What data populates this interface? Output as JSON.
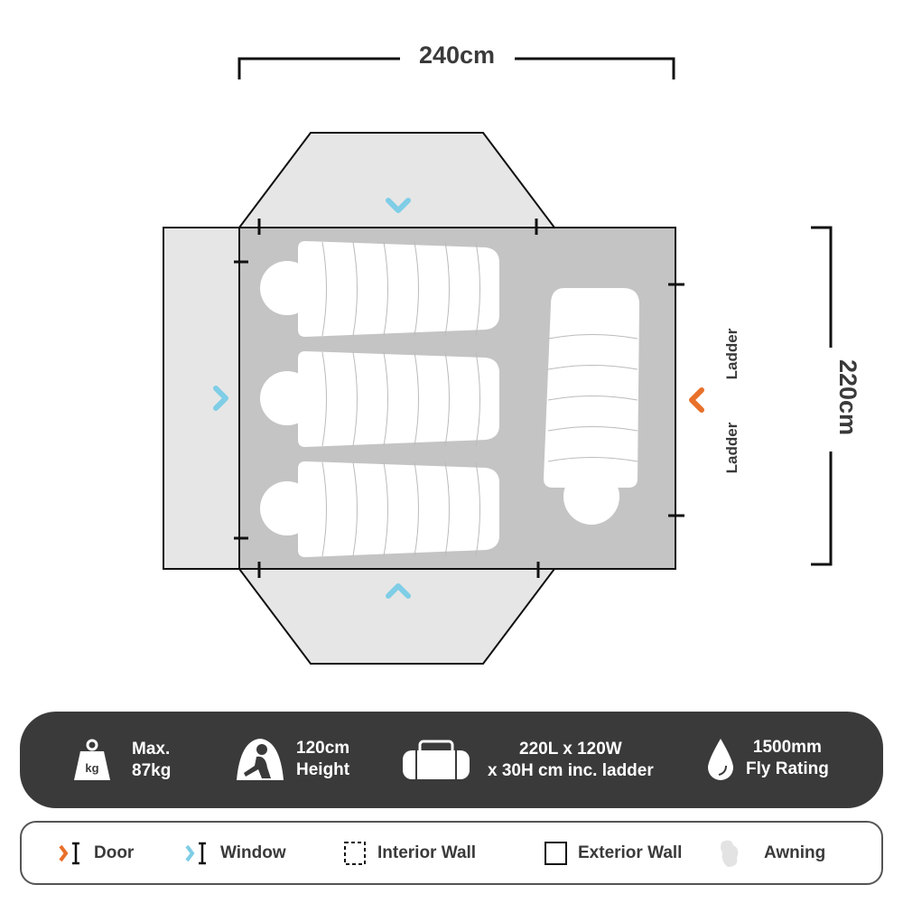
{
  "dimensions": {
    "width": "240cm",
    "depth": "220cm"
  },
  "labels": {
    "ladder_top": "Ladder",
    "ladder_bottom": "Ladder"
  },
  "colors": {
    "door": "#e8702a",
    "window": "#7fcde6",
    "floor": "#c4c4c4",
    "awning": "#e6e6e6",
    "panel": "#3a3a3a"
  },
  "specs": [
    {
      "icon": "weight-kg-icon",
      "line1": "Max.",
      "line2": "87kg",
      "icon_text": "kg"
    },
    {
      "icon": "tent-person-icon",
      "line1": "120cm",
      "line2": "Height"
    },
    {
      "icon": "duffel-bag-icon",
      "line1": "220L x 120W",
      "line2": "x 30H cm inc. ladder"
    },
    {
      "icon": "water-drop-icon",
      "line1": "1500mm",
      "line2": "Fly Rating"
    }
  ],
  "legend": [
    {
      "icon": "door-icon",
      "label": "Door"
    },
    {
      "icon": "window-icon",
      "label": "Window"
    },
    {
      "icon": "interior-wall-icon",
      "label": "Interior Wall"
    },
    {
      "icon": "exterior-wall-icon",
      "label": "Exterior Wall"
    },
    {
      "icon": "awning-icon",
      "label": "Awning"
    }
  ]
}
